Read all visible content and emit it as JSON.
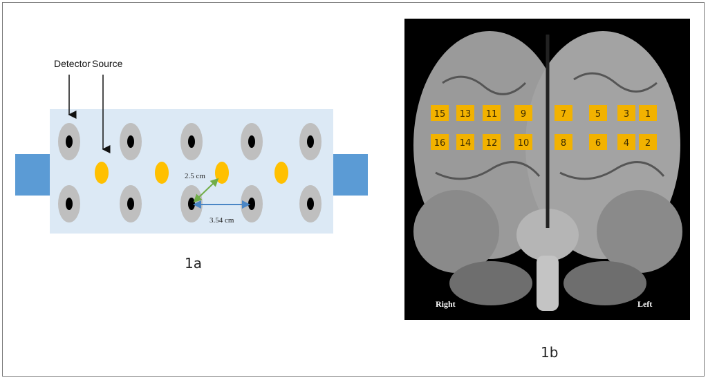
{
  "panel_a": {
    "caption": "1a",
    "detector_label": "Detector",
    "source_label": "Source",
    "distance_diagonal": "2.5 cm",
    "distance_horizontal": "3.54 cm"
  },
  "panel_b": {
    "caption": "1b",
    "right_label": "Right",
    "left_label": "Left",
    "channels_row1": [
      "15",
      "13",
      "11",
      "9",
      "7",
      "5",
      "3",
      "1"
    ],
    "channels_row2": [
      "16",
      "14",
      "12",
      "10",
      "8",
      "6",
      "4",
      "2"
    ]
  },
  "colors": {
    "pad": "#dce9f5",
    "strap": "#5b9bd5",
    "source": "#ffc000",
    "detector_ring": "#bfbfbf",
    "channel_box": "#f2b200"
  }
}
